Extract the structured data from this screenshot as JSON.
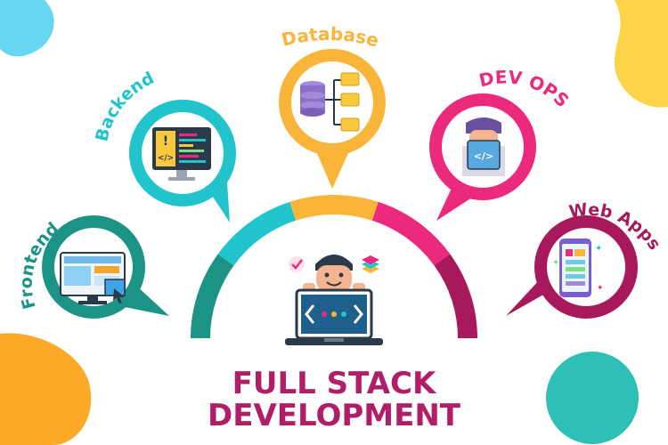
{
  "title": {
    "line1": "FULL STACK",
    "line2": "DEVELOPMENT"
  },
  "nodes": [
    {
      "id": "frontend",
      "label": "Frontend",
      "color": "#1b9486",
      "icon": "frontend-monitor-icon"
    },
    {
      "id": "backend",
      "label": "Backend",
      "color": "#22c4cc",
      "icon": "backend-code-monitor-icon"
    },
    {
      "id": "database",
      "label": "Database",
      "color": "#f8b53a",
      "icon": "database-tree-icon"
    },
    {
      "id": "devops",
      "label": "DEV OPS",
      "color": "#ec2a7d",
      "icon": "devops-person-icon"
    },
    {
      "id": "webapps",
      "label": "Web Apps",
      "color": "#a8195c",
      "icon": "web-apps-phone-icon"
    }
  ],
  "colors": {
    "title": "#b01e68",
    "arc_segments": [
      "#1b9486",
      "#22c4cc",
      "#f8b53a",
      "#ec2a7d",
      "#a8195c"
    ],
    "blob_orange": "#fba926",
    "blob_yellow": "#fcd44a",
    "blob_cyan": "#66d9f0",
    "blob_teal": "#2ec0b6",
    "laptop_screen": "#1f5f8b"
  }
}
